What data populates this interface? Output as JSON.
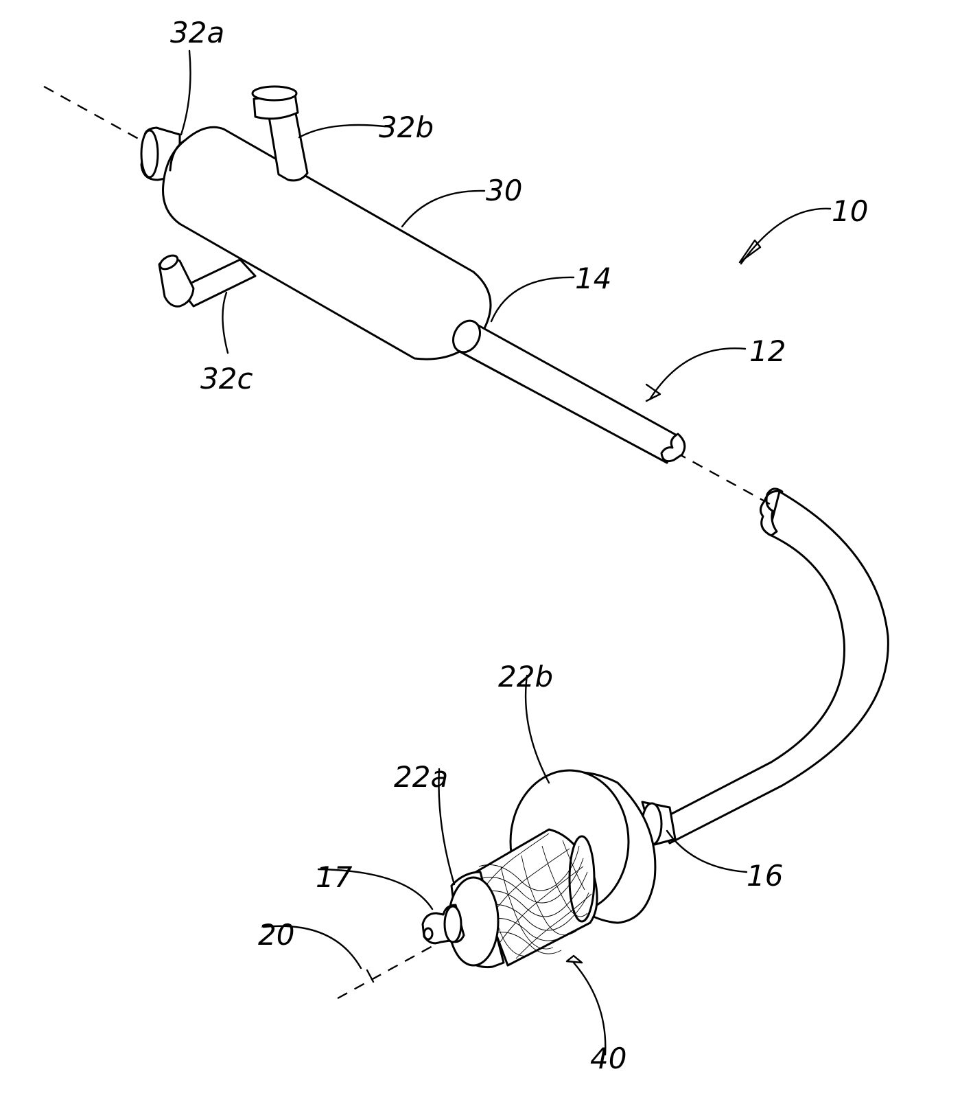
{
  "figure": {
    "labels": {
      "device": "10",
      "shaft": "12",
      "proximal_end": "14",
      "distal_end": "16",
      "tip": "17",
      "axis": "20",
      "distal_flange": "22a",
      "proximal_flange": "22b",
      "handle": "30",
      "port_a": "32a",
      "port_b": "32b",
      "port_c": "32c",
      "mesh_element": "40"
    }
  }
}
